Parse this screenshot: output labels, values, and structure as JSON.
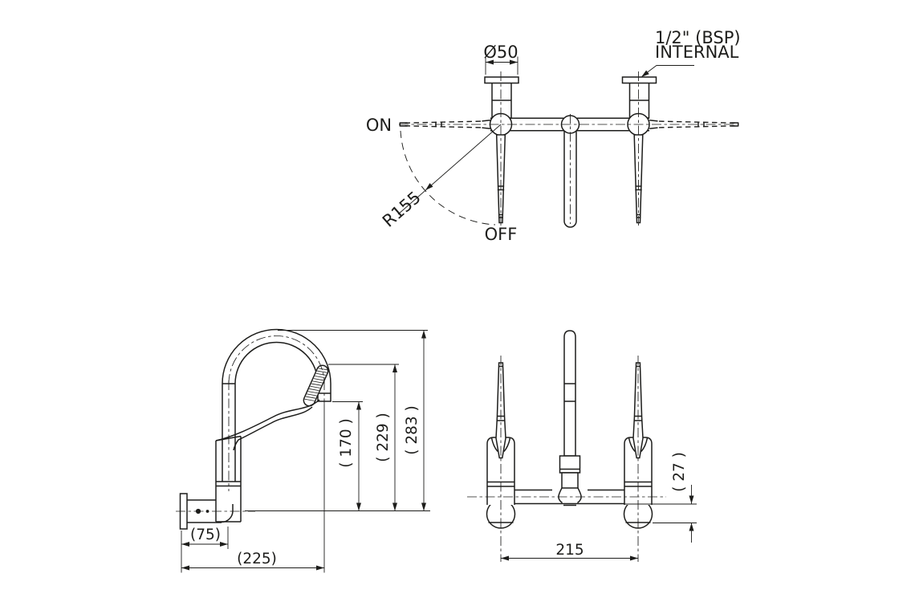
{
  "drawing": {
    "colors": {
      "line": "#1d1d1b",
      "background": "#ffffff"
    },
    "top_view": {
      "on_label": "ON",
      "off_label": "OFF",
      "radius_dim": "R155",
      "diameter_dim": "Ø50",
      "thread_note_line1": "1/2\" (BSP)",
      "thread_note_line2": "INTERNAL"
    },
    "side_view": {
      "wall_to_body_dim": "(75)",
      "wall_to_outlet_dim": "(225)",
      "outlet_height_dim": "( 170 )",
      "lever_height_dim": "( 229 )",
      "overall_height_dim": "( 283 )"
    },
    "front_view": {
      "inlet_centres_dim": "215",
      "body_drop_dim": "( 27 )"
    }
  }
}
